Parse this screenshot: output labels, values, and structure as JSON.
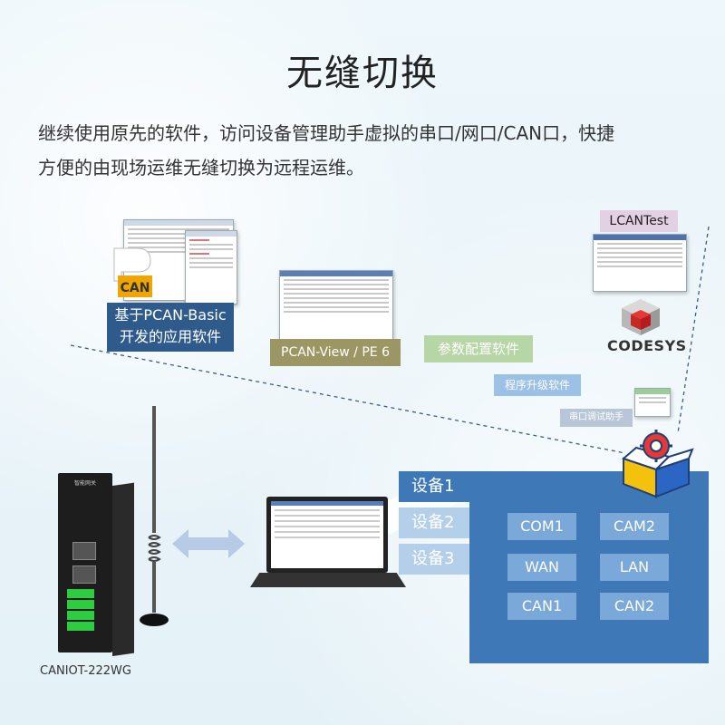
{
  "heading": "无缝切换",
  "description": {
    "line1": "继续使用原先的软件，访问设备管理助手虚拟的串口/网口/CAN口，快捷",
    "line2": "方便的由现场运维无缝切换为远程运维。"
  },
  "software": {
    "pcan_basic": {
      "line1": "基于PCAN-Basic",
      "line2": "开发的应用软件",
      "logo_text": "CAN"
    },
    "pcan_view": "PCAN-View / PE 6",
    "param_config": "参数配置软件",
    "upgrade": "程序升级软件",
    "serial_tool": "串口调试助手",
    "lcantest": "LCANTest",
    "codesys": "CODESYS"
  },
  "device": {
    "model": "CANIOT-222WG",
    "head_text": "智能网关"
  },
  "device_tabs": [
    "设备1",
    "设备2",
    "设备3"
  ],
  "ports": [
    "COM1",
    "CAM2",
    "WAN",
    "LAN",
    "CAN1",
    "CAN2"
  ],
  "colors": {
    "panel": "#3f78b6",
    "tab_inactive": "#b4cfe9",
    "port_chip": "#7aa8d8",
    "pcan_label": "#2f5b8c",
    "view_label": "#9c9664"
  }
}
